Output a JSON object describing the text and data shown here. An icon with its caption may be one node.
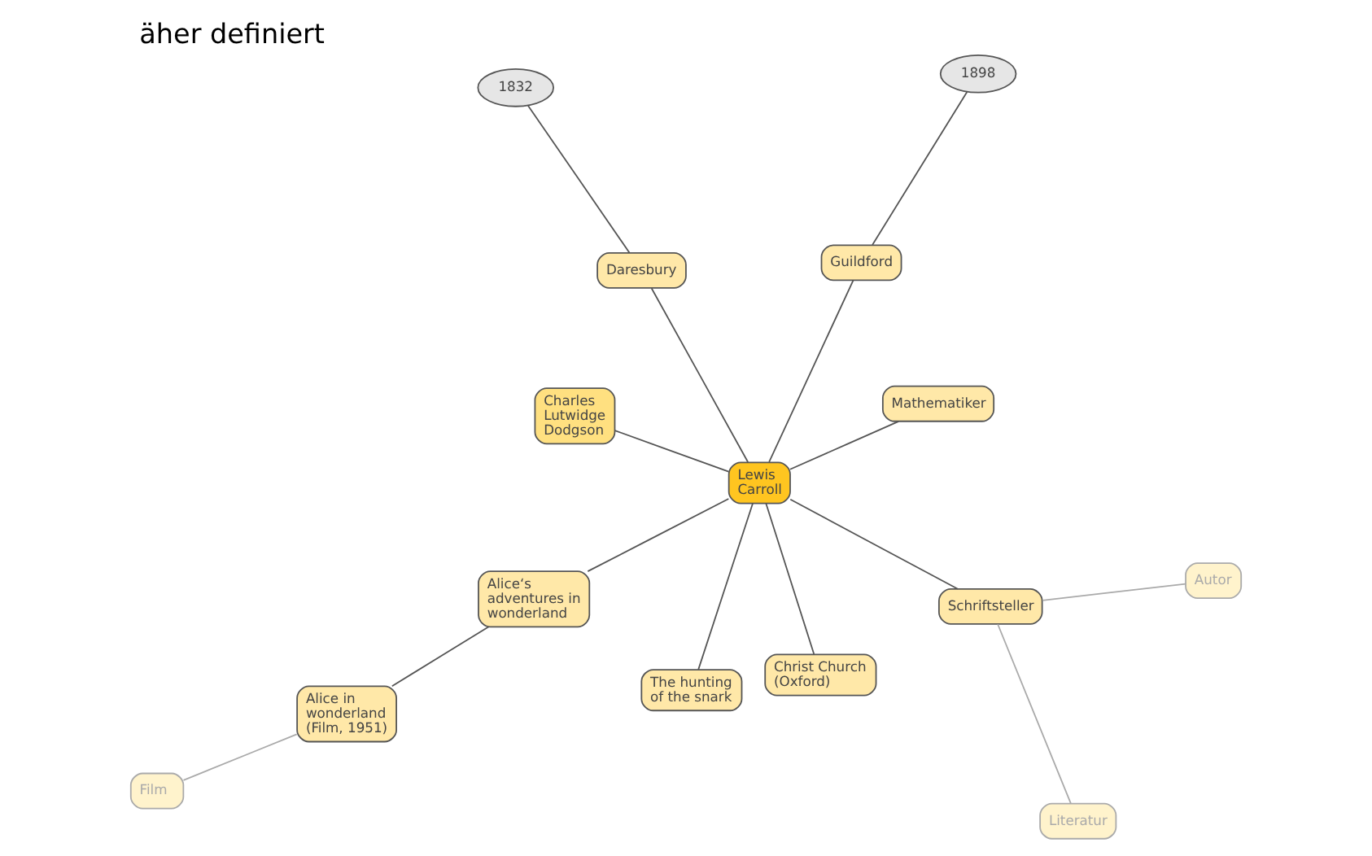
{
  "diagram": {
    "title": "äher definiert",
    "nodes": [
      {
        "text": [
          "Lewis Carroll"
        ]
      },
      {
        "text": [
          "Autor"
        ]
      },
      {
        "text": [
          "Literatur"
        ]
      },
      {
        "text": [
          "Schriftsteller"
        ]
      },
      {
        "text": [
          "Mathematiker"
        ]
      },
      {
        "text": [
          "Film"
        ]
      },
      {
        "text": [
          "Charles Lutwidge Dodgson"
        ]
      },
      {
        "text": [
          "Christ Church (Oxford)"
        ]
      },
      {
        "text": [
          "Alice in wonderland (Film, 1951)"
        ]
      },
      {
        "text": [
          "Alice‘s adventures in wonderland"
        ]
      },
      {
        "text": [
          "The hunting of the snark"
        ]
      },
      {
        "text": [
          "1832"
        ]
      },
      {
        "text": [
          "1898"
        ]
      },
      {
        "text": [
          "Daresbury"
        ]
      },
      {
        "text": [
          "Guildford"
        ]
      }
    ],
    "edges": [
      {
        "from": 1,
        "to": 3,
        "arrow": "none",
        "color": "#aaaaaa"
      },
      {
        "from": 2,
        "to": 3,
        "arrow": "none",
        "color": "#aaaaaa"
      },
      {
        "from": 3,
        "to": 0,
        "arrow": "none"
      },
      {
        "from": 4,
        "to": 0,
        "arrow": "none"
      },
      {
        "from": 5,
        "to": 8,
        "arrow": "none",
        "color": "#aaaaaa"
      },
      {
        "from": 6,
        "to": 0,
        "arrow": "none"
      },
      {
        "from": 0,
        "to": 7,
        "arrow": "none"
      },
      {
        "from": 8,
        "to": 9,
        "arrow": "none"
      },
      {
        "from": 0,
        "to": 9,
        "arrow": "none"
      },
      {
        "from": 0,
        "to": 10,
        "arrow": "none"
      },
      {
        "from": 0,
        "to": 13,
        "arrow": "none"
      },
      {
        "from": 0,
        "to": 14,
        "arrow": "none"
      },
      {
        "from": 11,
        "to": 13,
        "arrow": "none"
      },
      {
        "from": 12,
        "to": 14,
        "arrow": "none"
      }
    ]
  }
}
